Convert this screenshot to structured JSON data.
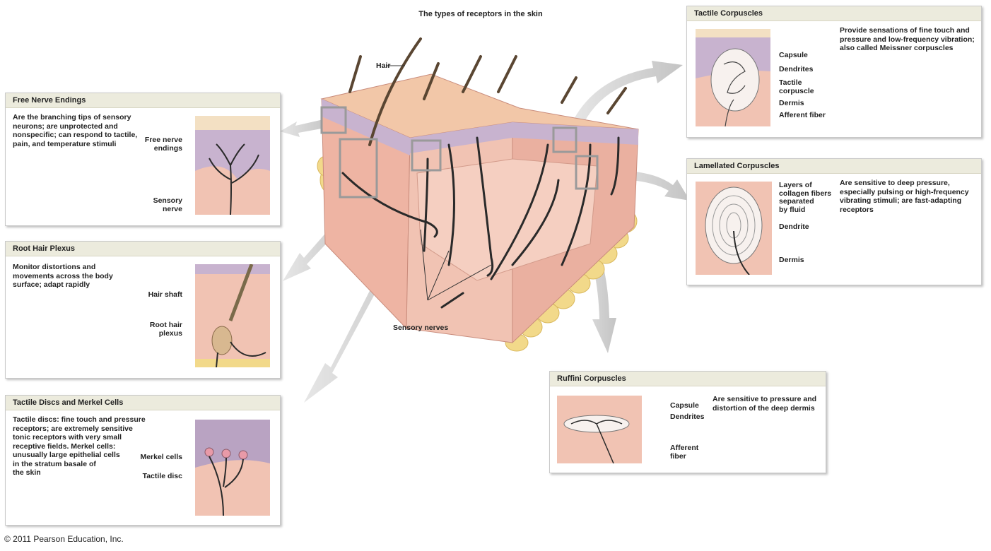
{
  "title": "The types of receptors in the skin",
  "center": {
    "hair_label": "Hair",
    "sensory_nerves_label": "Sensory nerves"
  },
  "panels": {
    "free_nerve": {
      "heading": "Free Nerve Endings",
      "description": [
        "Are the branching tips of sensory",
        "neurons; are unprotected and",
        "nonspecific; can respond to tactile,",
        "pain, and temperature stimuli"
      ],
      "labels": {
        "endings": [
          "Free nerve",
          "endings"
        ],
        "nerve": [
          "Sensory",
          "nerve"
        ]
      }
    },
    "root_hair": {
      "heading": "Root Hair Plexus",
      "description": [
        "Monitor distortions and",
        "movements across the body",
        "surface; adapt rapidly"
      ],
      "labels": {
        "shaft": "Hair shaft",
        "plexus": [
          "Root hair",
          "plexus"
        ]
      }
    },
    "merkel": {
      "heading": "Tactile Discs and Merkel Cells",
      "description": [
        "Tactile discs: fine touch and pressure",
        "receptors; are extremely sensitive",
        "tonic receptors with very small",
        "receptive fields. Merkel cells:",
        "unusually large epithelial cells",
        "in the stratum basale of",
        "the skin"
      ],
      "labels": {
        "merkel_cells": "Merkel cells",
        "tactile_disc": "Tactile disc"
      }
    },
    "tactile_corpuscles": {
      "heading": "Tactile Corpuscles",
      "description": [
        "Provide sensations of fine touch and",
        "pressure and low-frequency vibration;",
        "also called Meissner corpuscles"
      ],
      "labels": {
        "capsule": "Capsule",
        "dendrites": "Dendrites",
        "corpuscle": [
          "Tactile",
          "corpuscle"
        ],
        "dermis": "Dermis",
        "afferent": "Afferent fiber"
      }
    },
    "lamellated": {
      "heading": "Lamellated Corpuscles",
      "description": [
        "Are sensitive to deep pressure,",
        "especially pulsing or high-frequency",
        "vibrating stimuli; are fast-adapting",
        "receptors"
      ],
      "labels": {
        "layers": [
          "Layers of",
          "collagen fibers",
          "separated",
          "by fluid"
        ],
        "dendrite": "Dendrite",
        "dermis": "Dermis"
      }
    },
    "ruffini": {
      "heading": "Ruffini Corpuscles",
      "description": [
        "Are sensitive to pressure and",
        "distortion of the deep dermis"
      ],
      "labels": {
        "capsule": "Capsule",
        "dendrites": "Dendrites",
        "afferent": [
          "Afferent",
          "fiber"
        ]
      }
    }
  },
  "copyright": "© 2011 Pearson Education, Inc.",
  "colors": {
    "dermis": "#f1c3b3",
    "epidermis": "#c8b3cf",
    "fat": "#f2d98a",
    "nerve": "#2a2a2a",
    "panel_header": "#ecebdd",
    "arrow": "#cfcfcf"
  }
}
